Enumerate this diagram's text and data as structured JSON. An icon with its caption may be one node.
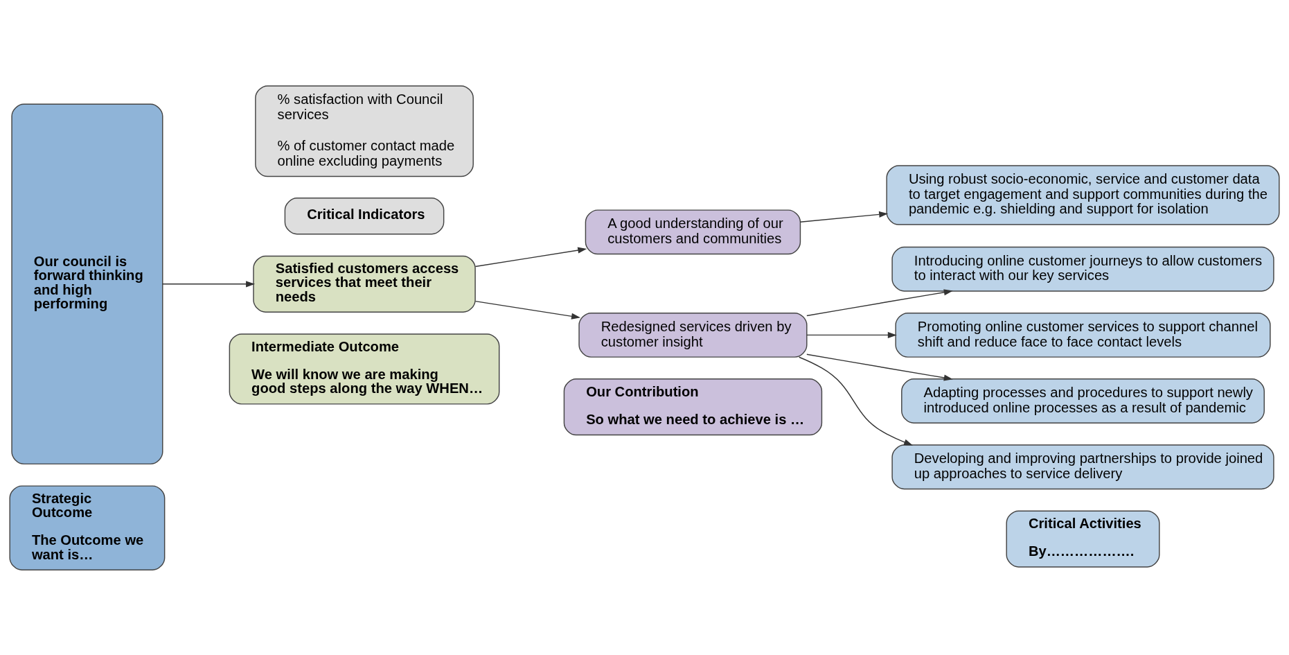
{
  "diagram": {
    "nodes": [
      {
        "text": [
          "Strategic Outcome",
          "The Outcome we want is…"
        ]
      },
      {
        "text": [
          "Intermediate Outcome",
          "We will know we are making good steps along the way WHEN…"
        ]
      },
      {
        "text": [
          "Our Contribution",
          "So what we need to achieve is …"
        ]
      },
      {
        "text": [
          "Critical Activities",
          "By………………."
        ]
      },
      {
        "text": [
          "Our council is forward thinking and high performing"
        ]
      },
      {
        "text": [
          "Satisfied customers access services that meet their needs"
        ]
      },
      {
        "text": [
          "Critical Indicators"
        ]
      },
      {
        "text": [
          "% satisfaction with Council services",
          "% of customer contact made online excluding payments"
        ]
      },
      {
        "text": [
          "A good understanding of our customers and communities"
        ]
      },
      {
        "text": [
          "Redesigned services driven by customer insight"
        ]
      },
      {
        "text": [
          "Using robust socio-economic, service and customer data to target engagement and support communities during the pandemic e.g. shielding and support for isolation"
        ]
      },
      {
        "text": [
          "Introducing online customer journeys to allow customers to interact with our key services"
        ]
      },
      {
        "text": [
          "Promoting online customer services to support channel shift and reduce face to face contact levels"
        ]
      },
      {
        "text": [
          "Adapting processes and procedures to support newly introduced online processes as a result of pandemic"
        ]
      },
      {
        "text": [
          "Developing and improving partnerships to provide joined up approaches to service delivery"
        ]
      }
    ],
    "edges": [
      {
        "from": 4,
        "to": 5,
        "arrow": "to"
      },
      {
        "from": 5,
        "to": 8,
        "arrow": "to"
      },
      {
        "from": 5,
        "to": 9,
        "arrow": "to"
      },
      {
        "from": 8,
        "to": 10,
        "arrow": "to"
      },
      {
        "from": 9,
        "to": 11,
        "arrow": "to"
      },
      {
        "from": 9,
        "to": 12,
        "arrow": "to"
      },
      {
        "from": 9,
        "to": 13,
        "arrow": "to"
      },
      {
        "from": 9,
        "to": 14,
        "arrow": "to"
      }
    ]
  }
}
